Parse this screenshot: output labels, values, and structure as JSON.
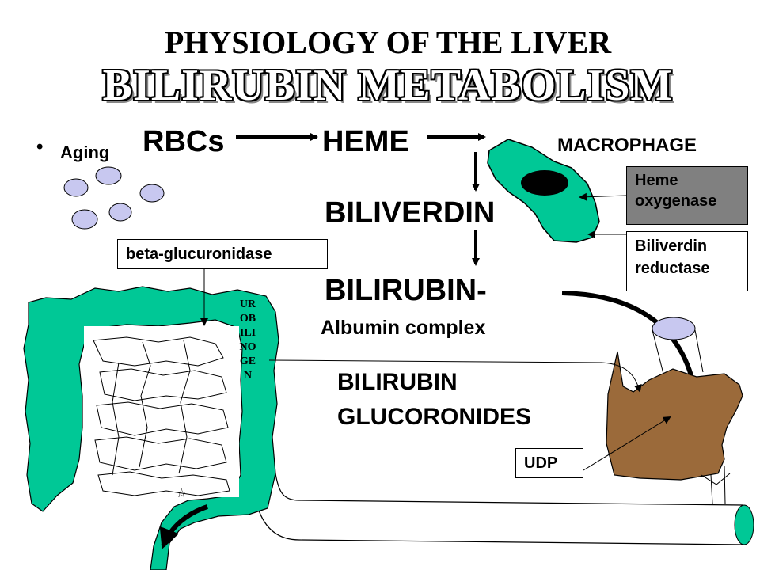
{
  "title": "PHYSIOLOGY OF THE LIVER",
  "subtitle": "BILIRUBIN METABOLISM",
  "bullet": "•",
  "labels": {
    "aging": "Aging",
    "rbcs": "RBCs",
    "heme": "HEME",
    "macrophage": "MACROPHAGE",
    "biliverdin": "BILIVERDIN",
    "bilirubin": "BILIRUBIN-",
    "albumin_complex": "Albumin complex",
    "bilirubin_glucoronides_1": "BILIRUBIN",
    "bilirubin_glucoronides_2": "GLUCORONIDES",
    "urobilinogen": "UROBILINOGEN"
  },
  "boxes": {
    "heme_oxygenase_1": "Heme",
    "heme_oxygenase_2": "oxygenase",
    "biliverdin_reductase_1": "Biliverdin",
    "biliverdin_reductase_2": "reductase",
    "beta_glucuronidase": "beta-glucuronidase",
    "udp": "UDP"
  },
  "colors": {
    "macrophage": "#00c896",
    "intestine": "#00c896",
    "liver": "#9b6a3a",
    "rbc": "#c8c8f0",
    "enzyme_box": "#808080"
  }
}
